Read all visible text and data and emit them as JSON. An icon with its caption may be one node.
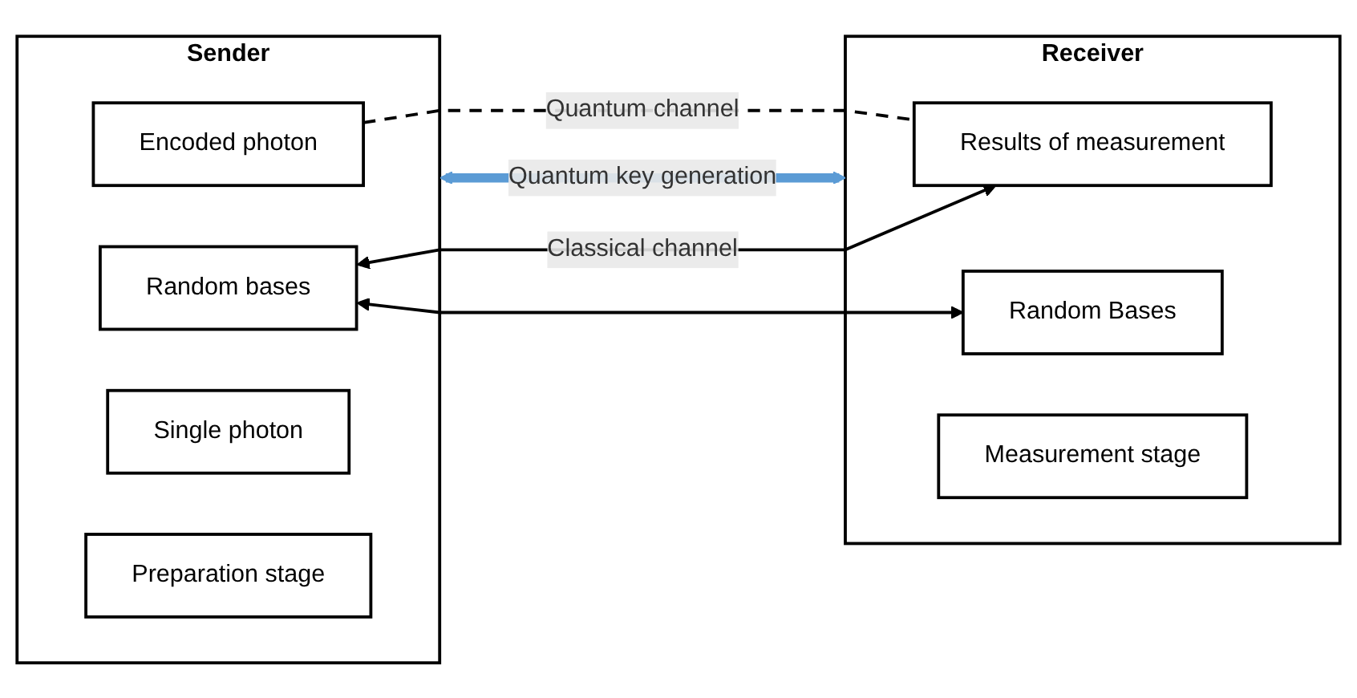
{
  "diagram": {
    "nodes": [
      {
        "text": [
          "Sender"
        ]
      },
      {
        "text": [
          "Single photon"
        ],
        "in": 0
      },
      {
        "text": [
          "Random bases"
        ],
        "in": 0
      },
      {
        "text": [
          "Encoded photon"
        ],
        "in": 0
      },
      {
        "text": [
          "Preparation stage"
        ],
        "in": 0
      },
      {
        "text": [
          "Receiver"
        ]
      },
      {
        "text": [
          "Results of measurement"
        ],
        "in": 5
      },
      {
        "text": [
          "Random Bases"
        ],
        "in": 5
      },
      {
        "text": [
          "Measurement stage"
        ],
        "in": 5
      }
    ],
    "edges": [
      {
        "from": 0,
        "to": 5,
        "arrow": "both",
        "label": "Quantum key generation",
        "style": "thick",
        "color": "#5b9bd5"
      },
      {
        "from": 3,
        "to": 6,
        "arrow": "none",
        "label": "Quantum channel",
        "style": "dashed"
      },
      {
        "from": 2,
        "to": 6,
        "arrow": "both",
        "label": "Classical channel"
      },
      {
        "from": 2,
        "to": 7,
        "arrow": "both"
      }
    ]
  }
}
